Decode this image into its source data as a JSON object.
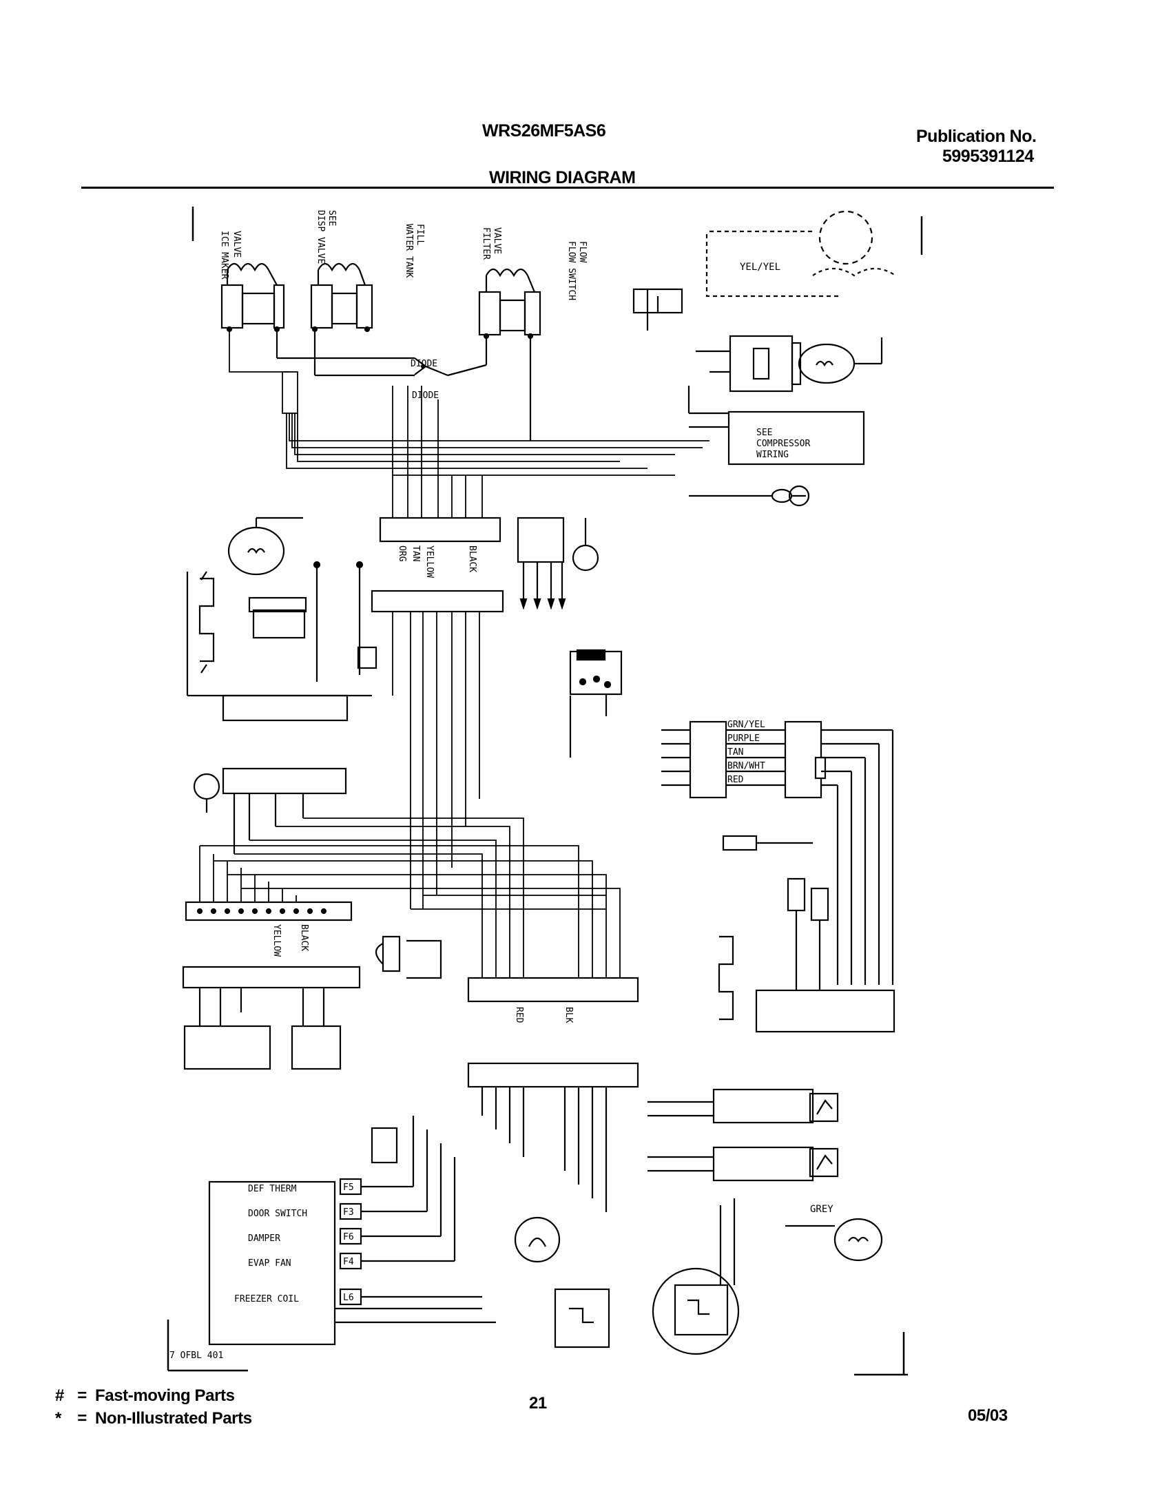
{
  "header": {
    "model": "WRS26MF5AS6",
    "publication_label": "Publication No.",
    "publication_number": "5995391124",
    "title": "WIRING DIAGRAM"
  },
  "legend": [
    {
      "symbol": "#",
      "label": "Fast-moving Parts"
    },
    {
      "symbol": "*",
      "label": "Non-Illustrated Parts"
    }
  ],
  "footer": {
    "page_number": "21",
    "date": "05/03"
  },
  "diagram": {
    "connector_labels": {
      "grn_yel": "GRN/YEL",
      "yel_yel": "YEL/YEL",
      "grey": "GREY",
      "see_compressor_wiring_1": "SEE",
      "see_compressor_wiring_2": "COMPRESSOR",
      "see_compressor_wiring_3": "WIRING",
      "diode_1": "DIODE",
      "diode_2": "DIODE",
      "board_part": "7 OFBL 401"
    },
    "wire_labels": {
      "yellow": "YELLOW",
      "black": "BLACK",
      "blk_1": "BLK",
      "org": "ORG",
      "red": "RED",
      "tan": "TAN",
      "purple": "PURPLE",
      "brn_wht": "BRN/WHT"
    },
    "board_labels": {
      "def_therm": "DEF THERM",
      "door_switch": "DOOR SWITCH",
      "damper": "DAMPER",
      "evap_fan": "EVAP FAN",
      "freezer_coil": "FREEZER COIL"
    },
    "terminal_ids": [
      "F5",
      "F3",
      "F6",
      "F4",
      "L6"
    ]
  }
}
